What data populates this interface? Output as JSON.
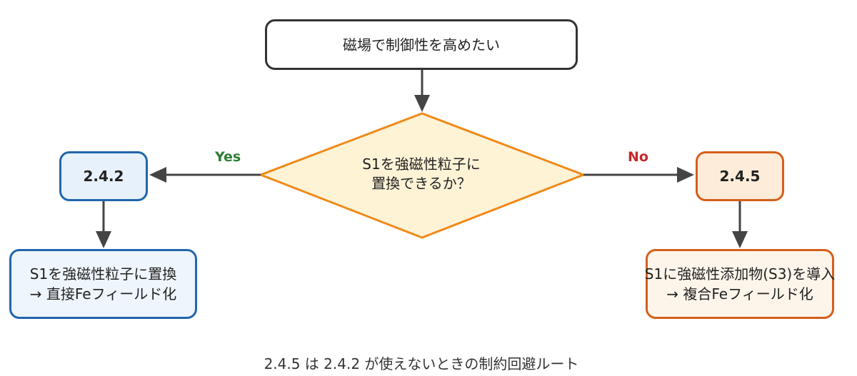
{
  "nodes": {
    "top": "磁場で制御性を高めたい",
    "decision": [
      "S1を強磁性粒子に",
      "置換できるか？"
    ],
    "left_option": "2.4.2",
    "right_option": "2.4.5",
    "left_result": [
      "S1を強磁性粒子に置換",
      "→ 直接Feフィールド化"
    ],
    "right_result": [
      "S1に強磁性添加物(S3)を導入",
      "→ 複合Feフィールド化"
    ]
  },
  "edges": {
    "yes_label": "Yes",
    "no_label": "No"
  },
  "caption": "2.4.5 は 2.4.2 が使えないときの制約回避ルート",
  "colors": {
    "blue_border": "#2166ac",
    "blue_fill": "#e6f1fb",
    "orange_border": "#d45f1c",
    "orange_fill": "#fdecd9",
    "decision_border": "#ef8a1a",
    "decision_fill": "#fff3d6",
    "yes": "#2e7d32",
    "no": "#c62828",
    "arrow": "#444444"
  }
}
